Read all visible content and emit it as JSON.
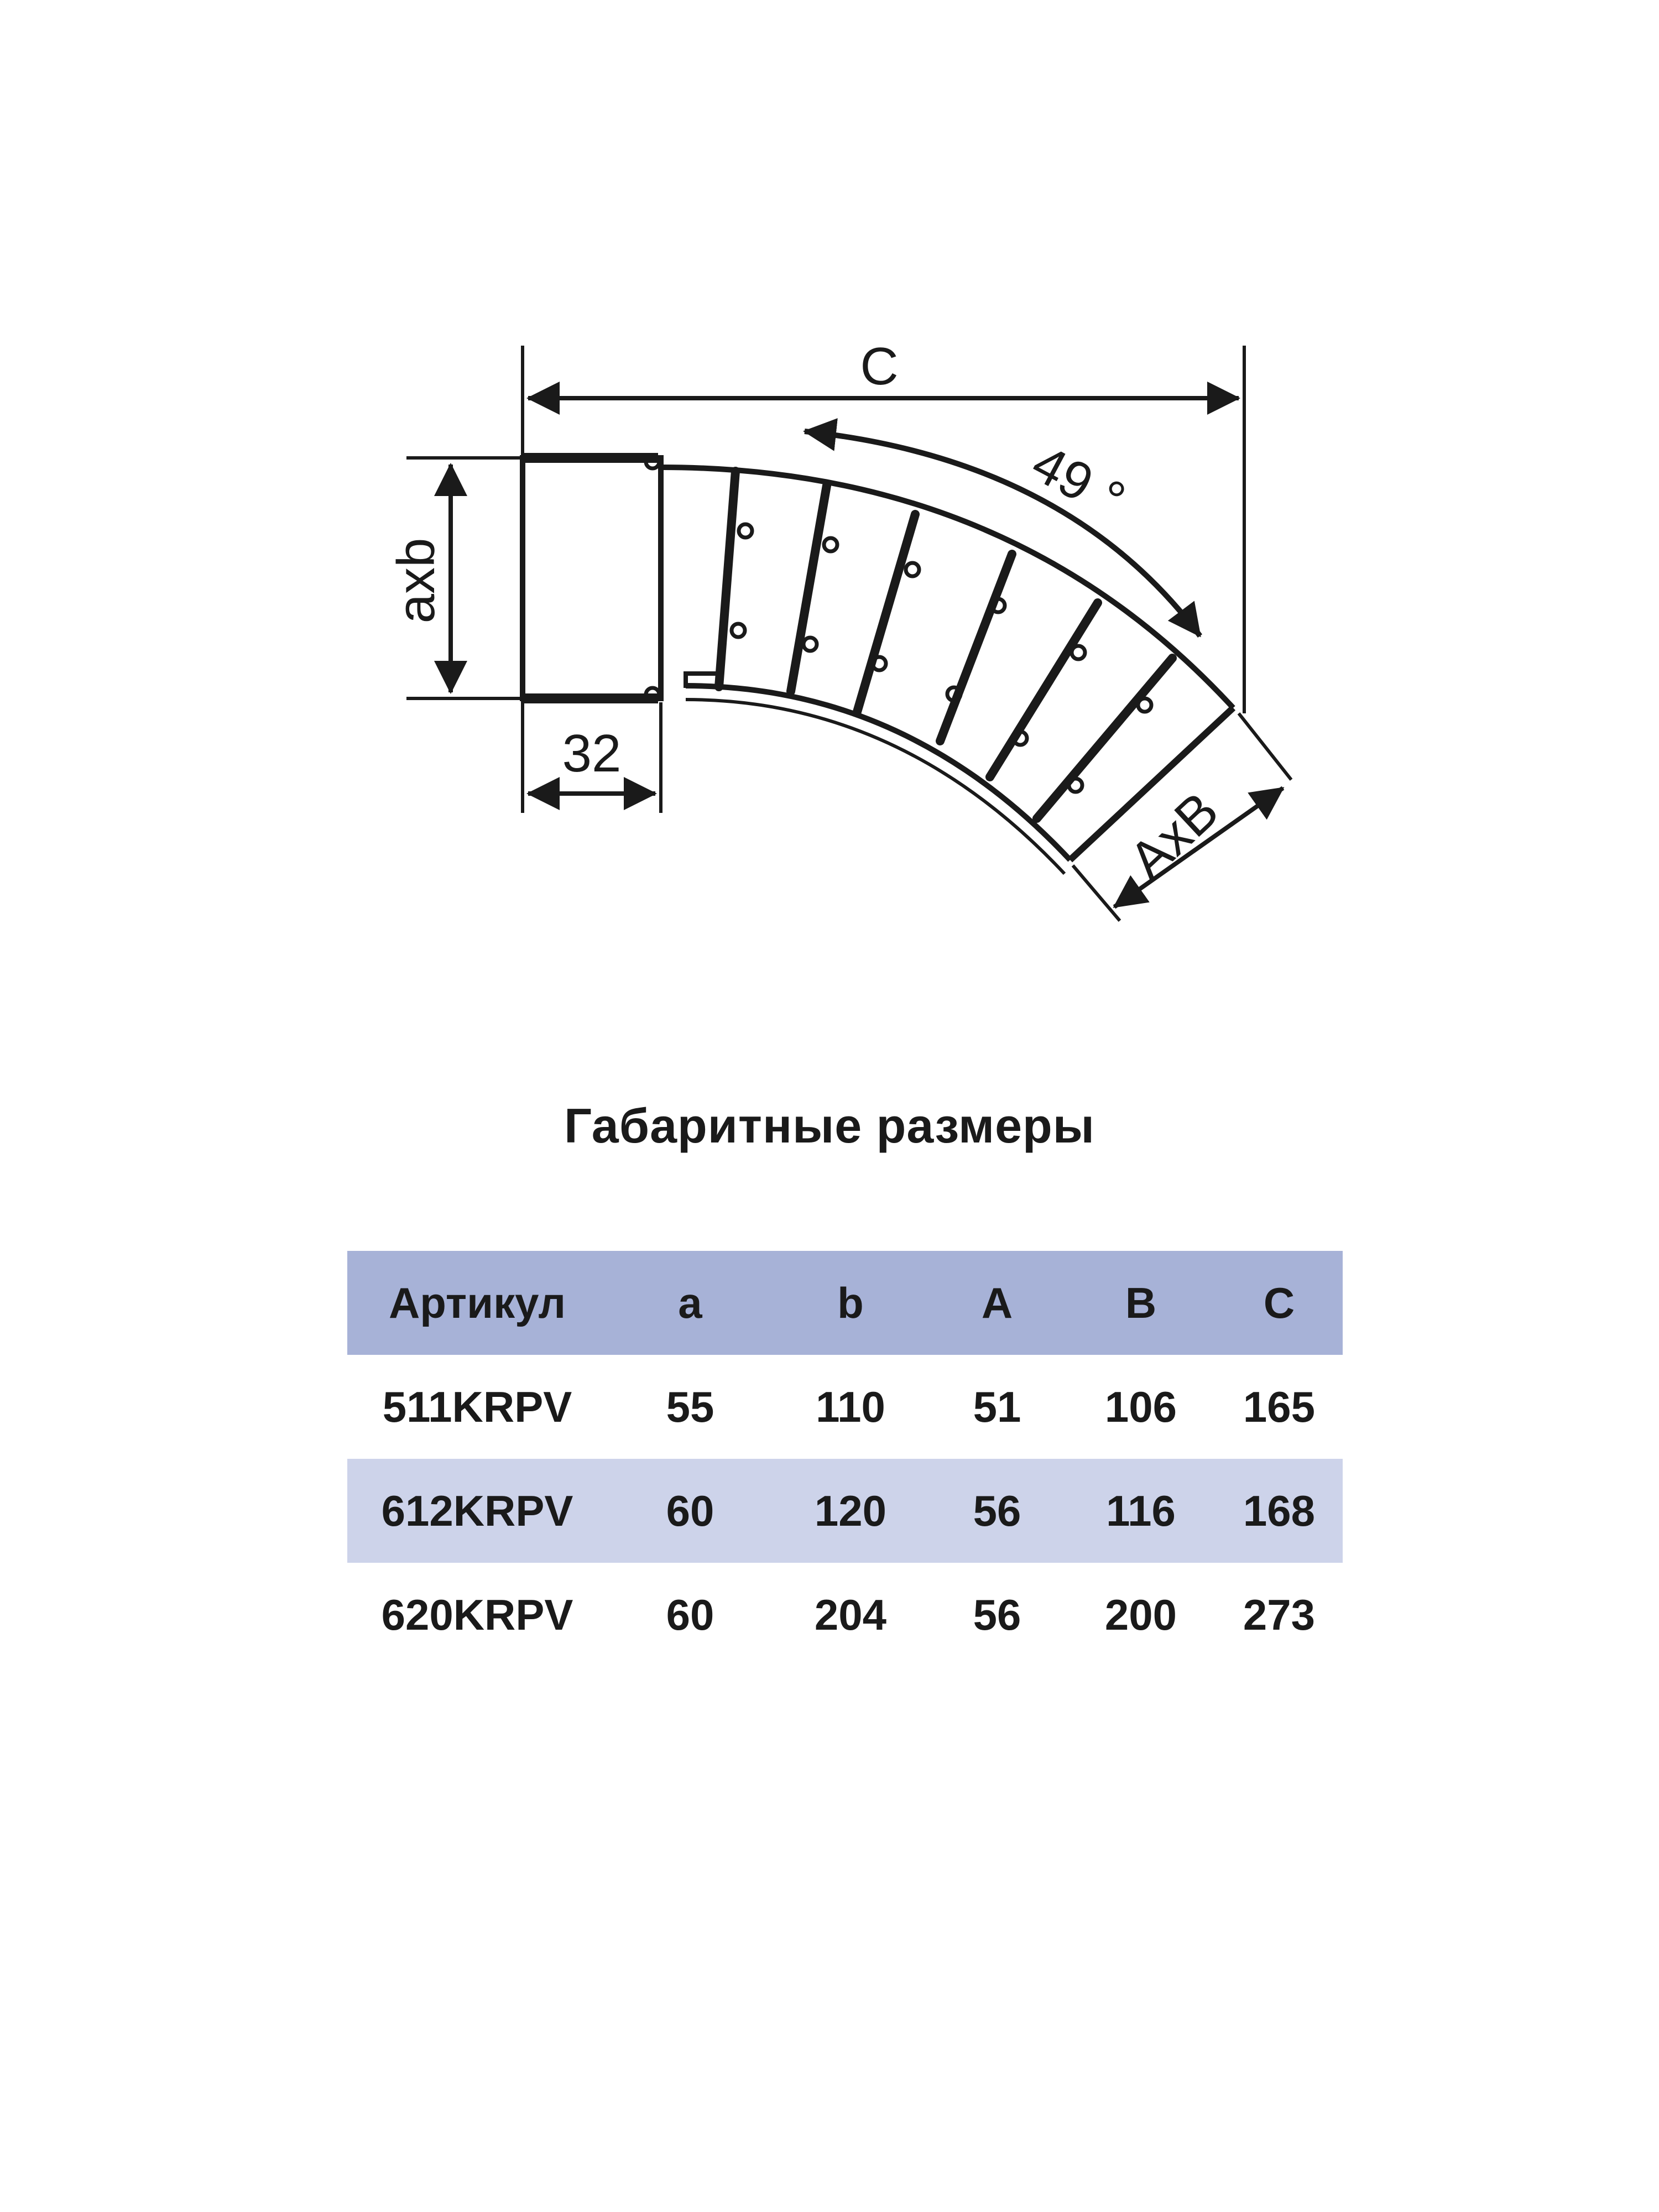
{
  "diagram": {
    "labels": {
      "c": "C",
      "angle": "49 °",
      "axb": "axb",
      "width_32": "32",
      "AxB": "AxB"
    }
  },
  "table": {
    "title": "Габаритные размеры",
    "headers": [
      "Артикул",
      "a",
      "b",
      "A",
      "B",
      "C"
    ],
    "rows": [
      [
        "511KRPV",
        "55",
        "110",
        "51",
        "106",
        "165"
      ],
      [
        "612KRPV",
        "60",
        "120",
        "56",
        "116",
        "168"
      ],
      [
        "620KRPV",
        "60",
        "204",
        "56",
        "200",
        "273"
      ]
    ],
    "colors": {
      "header_bg": "#a7b2d7",
      "alt_row_bg": "#cdd3ea"
    }
  }
}
